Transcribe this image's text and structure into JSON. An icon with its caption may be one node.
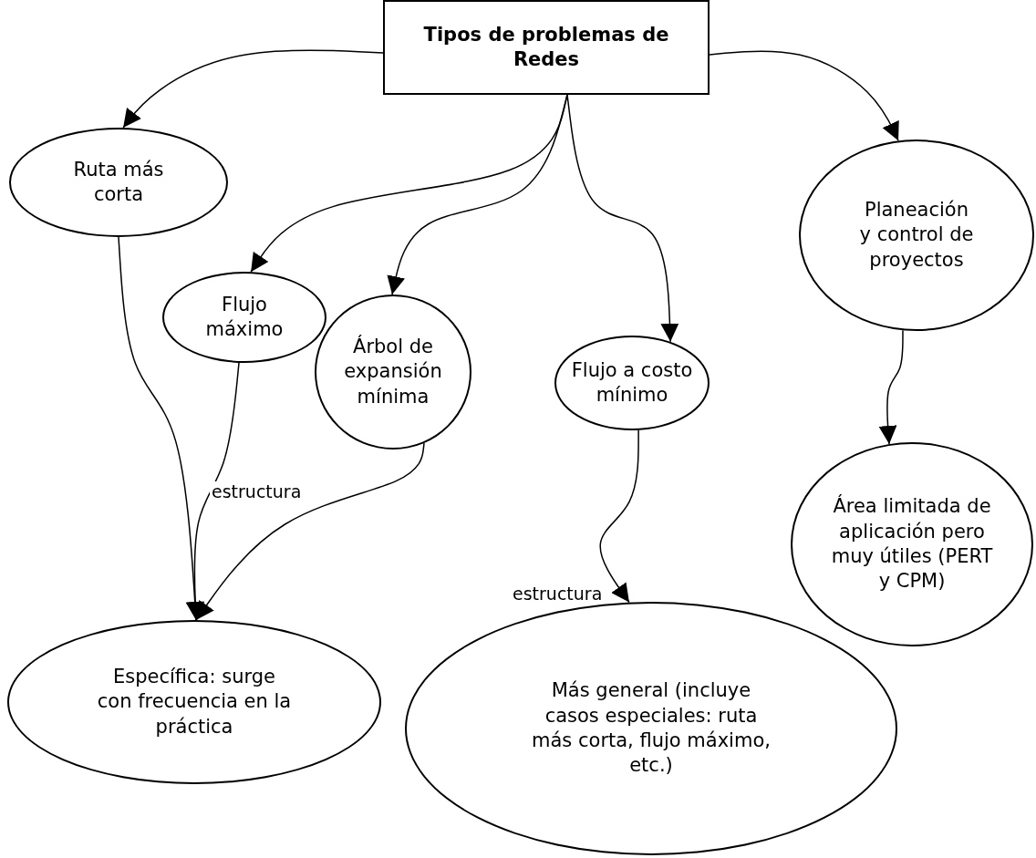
{
  "diagram": {
    "nodes": [
      {
        "text": [
          "Tipos de problemas de Redes"
        ]
      },
      {
        "text": [
          "Ruta más corta"
        ]
      },
      {
        "text": [
          "Flujo máximo"
        ]
      },
      {
        "text": [
          "Árbol de expansión mínima"
        ]
      },
      {
        "text": [
          "Flujo a costo mínimo"
        ]
      },
      {
        "text": [
          "Planeación y control de proyectos"
        ]
      },
      {
        "text": [
          "Área limitada de aplicación pero muy útiles (PERT y CPM)"
        ]
      },
      {
        "text": [
          "Específica: surge con frecuencia en la práctica"
        ]
      },
      {
        "text": [
          "Más general (incluye casos especiales: ruta más corta, flujo máximo, etc.)"
        ]
      }
    ],
    "edges": [
      {
        "from": 0,
        "to": 1,
        "arrow": "to"
      },
      {
        "from": 0,
        "to": 2,
        "arrow": "to"
      },
      {
        "from": 0,
        "to": 3,
        "arrow": "to"
      },
      {
        "from": 0,
        "to": 4,
        "arrow": "to"
      },
      {
        "from": 0,
        "to": 5,
        "arrow": "to"
      },
      {
        "from": 5,
        "to": 6,
        "arrow": "to"
      },
      {
        "from": 1,
        "to": 7,
        "arrow": "to"
      },
      {
        "from": 2,
        "to": 7,
        "arrow": "to"
      },
      {
        "from": 3,
        "to": 7,
        "arrow": "to",
        "label": "estructura"
      },
      {
        "from": 4,
        "to": 8,
        "arrow": "to",
        "label": "estructura"
      }
    ]
  }
}
